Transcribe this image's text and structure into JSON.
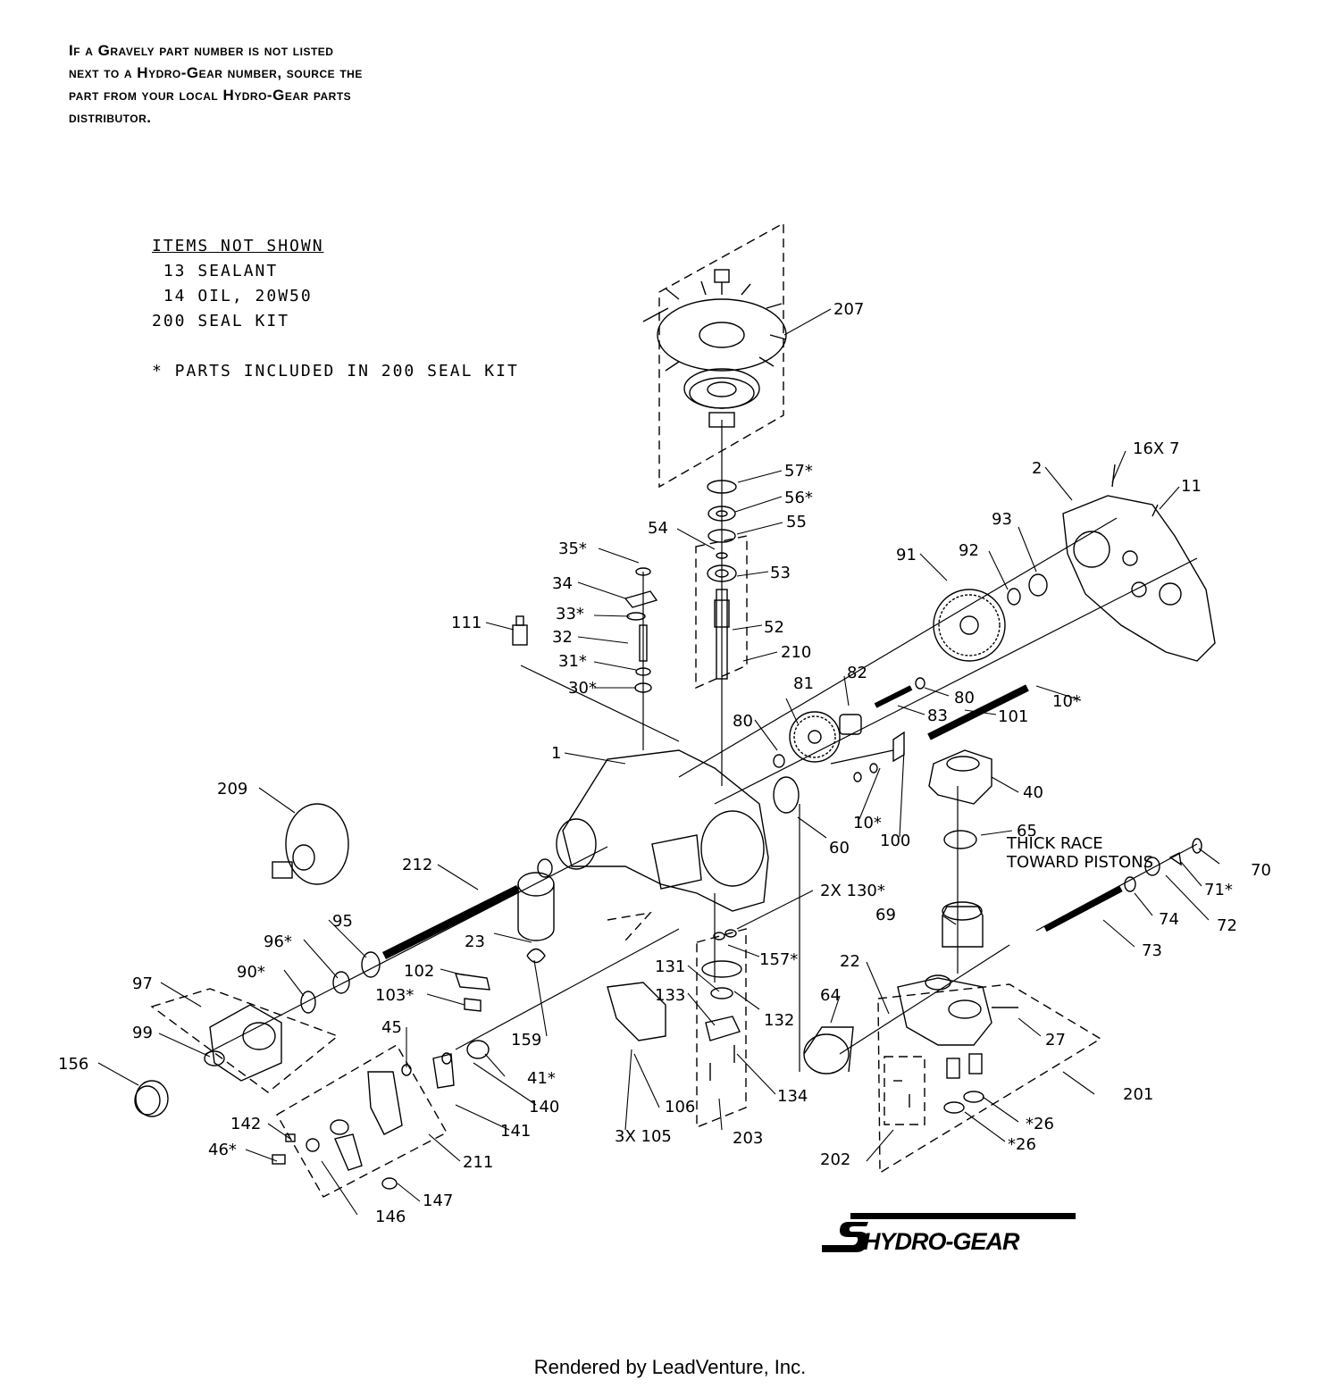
{
  "note": {
    "lines": [
      "If a Gravely part number is not listed",
      "next to a Hydro-Gear number, source the",
      "part from your local Hydro-Gear parts",
      "distributor."
    ]
  },
  "items_not_shown": {
    "header": "ITEMS NOT SHOWN",
    "rows": [
      " 13 SEALANT",
      " 14 OIL, 20W50",
      "200 SEAL KIT"
    ],
    "footnote": "* PARTS INCLUDED IN 200 SEAL KIT"
  },
  "callouts": {
    "c207": "207",
    "c57": "57*",
    "c56": "56*",
    "c55": "55",
    "c54": "54",
    "c53": "53",
    "c52": "52",
    "c210": "210",
    "c35": "35*",
    "c34": "34",
    "c33": "33*",
    "c32": "32",
    "c31": "31*",
    "c30": "30*",
    "c111": "111",
    "c16": "16X 7",
    "c2": "2",
    "c11": "11",
    "c93": "93",
    "c92": "92",
    "c91": "91",
    "c82": "82",
    "c81": "81",
    "c80a": "80",
    "c80b": "80",
    "c83": "83",
    "c10a": "10*",
    "c101": "101",
    "c10b": "10*",
    "c100": "100",
    "c40": "40",
    "c60": "60",
    "c1": "1",
    "c209": "209",
    "c212": "212",
    "c65": "65",
    "thick1": "THICK RACE",
    "thick2": "TOWARD PISTONS",
    "c70": "70",
    "c71": "71*",
    "c72": "72",
    "c74": "74",
    "c73": "73",
    "c130": "2X 130*",
    "c69": "69",
    "c157": "157*",
    "c131": "131",
    "c132": "132",
    "c133": "133",
    "c22": "22",
    "c64": "64",
    "c27": "27",
    "c95": "95",
    "c96": "96*",
    "c90": "90*",
    "c97": "97",
    "c99": "99",
    "c156": "156",
    "c23": "23",
    "c102": "102",
    "c103": "103*",
    "c159": "159",
    "c45": "45",
    "c41": "41*",
    "c140": "140",
    "c141": "141",
    "c142": "142",
    "c46": "46*",
    "c211": "211",
    "c146": "146",
    "c147": "147",
    "c106": "106",
    "c105": "3X 105",
    "c203": "203",
    "c134": "134",
    "c201": "201",
    "c26a": "*26",
    "c26b": "*26",
    "c202": "202"
  },
  "brand": {
    "logo": "HYDRO-GEAR"
  },
  "footer": "Rendered by LeadVenture, Inc."
}
